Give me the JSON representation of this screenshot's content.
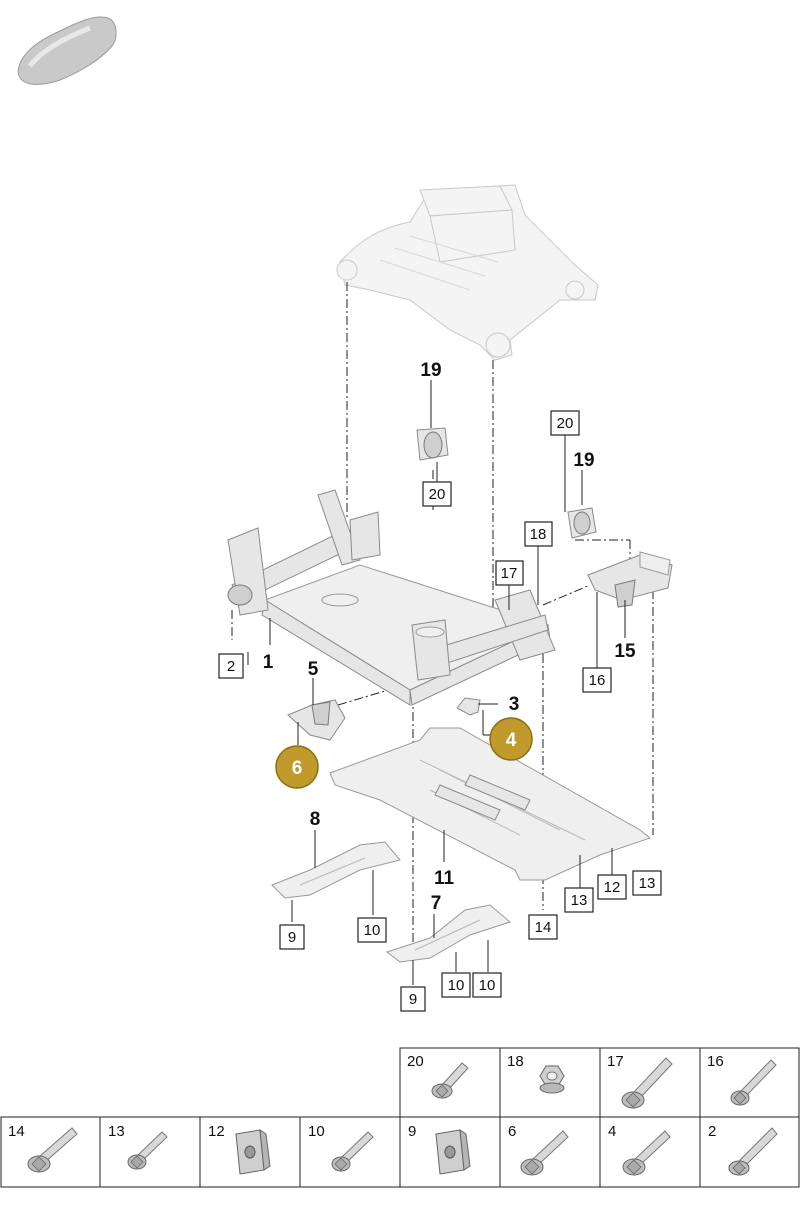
{
  "callouts": {
    "c1": "1",
    "c2": "2",
    "c3": "3",
    "c4": "4",
    "c5": "5",
    "c6": "6",
    "c7": "7",
    "c8": "8",
    "c9a": "9",
    "c9b": "9",
    "c10a": "10",
    "c10b": "10",
    "c10c": "10",
    "c11": "11",
    "c12": "12",
    "c13a": "13",
    "c13b": "13",
    "c14": "14",
    "c15": "15",
    "c16": "16",
    "c17": "17",
    "c18": "18",
    "c19a": "19",
    "c19b": "19",
    "c20a": "20",
    "c20b": "20"
  },
  "highlight_color": "#c19a2c",
  "fastener_table": {
    "top_row": [
      "20",
      "18",
      "17",
      "16"
    ],
    "bottom_row": [
      "14",
      "13",
      "12",
      "10",
      "9",
      "6",
      "4",
      "2"
    ]
  }
}
